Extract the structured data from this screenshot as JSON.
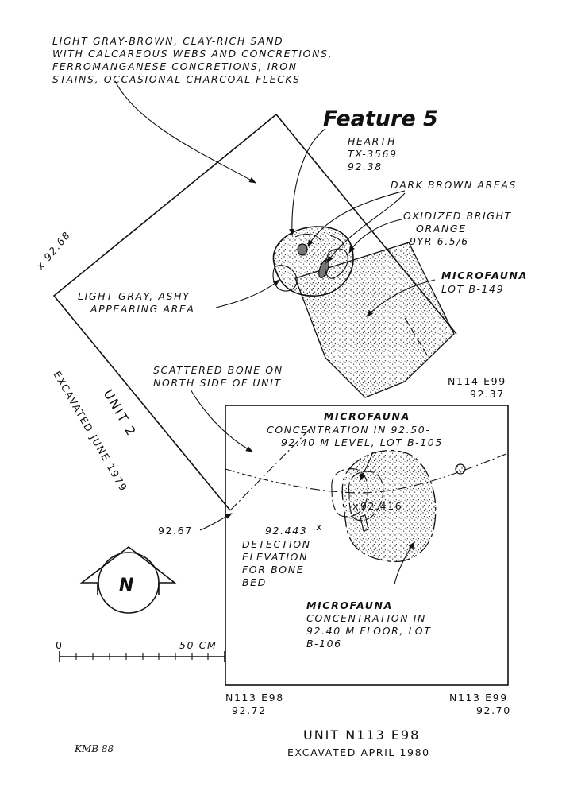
{
  "sediment_note": {
    "lines": [
      "LIGHT GRAY-BROWN, CLAY-RICH SAND",
      "WITH CALCAREOUS WEBS AND CONCRETIONS,",
      "FERROMANGANESE CONCRETIONS, IRON",
      "STAINS, OCCASIONAL CHARCOAL FLECKS"
    ]
  },
  "feature": {
    "title": "Feature 5",
    "hearth_label": "HEARTH",
    "sample_id": "TX-3569",
    "elevation": "92.38"
  },
  "labels": {
    "dark_brown": "DARK BROWN AREAS",
    "oxidized": [
      "OXIDIZED BRIGHT",
      "ORANGE",
      "9YR 6.5/6"
    ],
    "microfauna_b149": [
      "MICROFAUNA",
      "LOT B-149"
    ],
    "ashy_area": [
      "LIGHT GRAY, ASHY-",
      "APPEARING AREA"
    ],
    "scattered_bone": [
      "SCATTERED BONE ON",
      "NORTH SIDE OF UNIT"
    ],
    "microfauna_b105": [
      "MICROFAUNA",
      "CONCENTRATION IN 92.50-",
      "92.40 M LEVEL, LOT B-105"
    ],
    "microfauna_b106": [
      "MICROFAUNA",
      "CONCENTRATION IN",
      "92.40 M FLOOR, LOT",
      "B-106"
    ],
    "detection": [
      "DETECTION",
      "ELEVATION",
      "FOR BONE",
      "BED"
    ]
  },
  "elevations": {
    "corner_9268": "x 92.68",
    "e_9267": "92.67",
    "e_92443": "92.443",
    "e_92416": "92.416",
    "ne_grid": "N114 E99",
    "ne_elev": "92.37",
    "sw_grid": "N113 E98",
    "sw_elev": "92.72",
    "se_grid": "N113 E99",
    "se_elev": "92.70"
  },
  "unit2": {
    "name": "UNIT 2",
    "excavated": "EXCAVATED JUNE 1979"
  },
  "unit_main": {
    "name": "UNIT N113 E98",
    "excavated": "EXCAVATED APRIL 1980"
  },
  "north_arrow": {
    "letter": "N"
  },
  "scale": {
    "start": "0",
    "end": "50 CM"
  },
  "signature": "KMB 88"
}
